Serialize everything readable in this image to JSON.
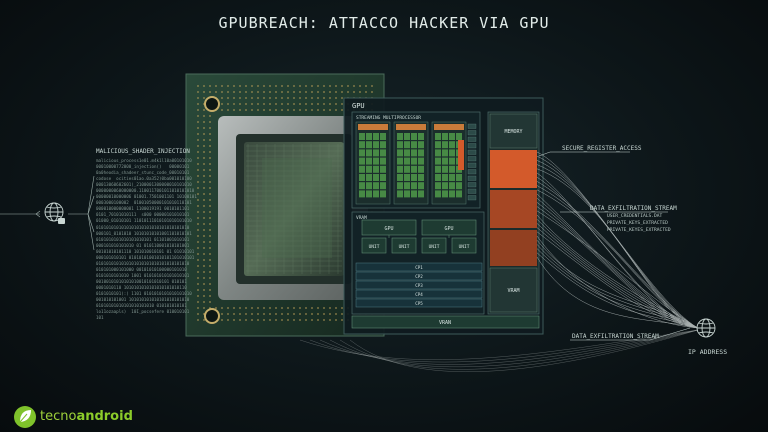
{
  "title": "GPUBREACH: ATTACCO HACKER VIA GPU",
  "labels": {
    "malicious": "MALICIOUS_SHADER_INJECTION",
    "gpu": "GPU",
    "sm": "STREAMING MULTIPROCESSOR",
    "memory": "MEMORY",
    "vram_header": "VRAM",
    "vram_right": "VRAM",
    "vram_bottom": "VRAN",
    "unit_gpu": "GPU",
    "unit": "UNIT",
    "secure": "SECURE_REGISTER_ACCESS",
    "exfil_top": "DATA_EXFILTRATION_STREAM",
    "exfil_items": [
      "USER_CREDENTIALS.DAT",
      "PRIVATE_KEYS_EXTRACTED",
      "PRIVATE_KEYES_EXTRACTED"
    ],
    "exfil_bottom": "DATA_EXFILTRATION_STREAM",
    "ip": "IP ADDRESS",
    "rows": [
      "CP1",
      "CP2",
      "CP3",
      "CP4",
      "CP5"
    ]
  },
  "code_lines": [
    "malicious_process1e01.m4k1l10a00101010",
    "00010000772000_injection()   00000101",
    "0a0heodia_shadeer_stunc_code_00010101",
    "codose  ocities01ao.0a352)0ba001010100",
    "00013060602601)_2100001300000010101010",
    "0000000060000000.1100117001011010101010",
    "00000010000006 01001.7501001101 10100101",
    "0003000100002  01001050000101010110101",
    "000010000000001 1100019191 0010101101",
    "0101_70101010111  s000 00000101010101",
    "01000_01010101 11010111010101010101010",
    "0101010101010101010101010101010101010",
    "000101_0101010 10101010101001101010101",
    "0101010101010101010101 01101001010101",
    "000101010101010 01 010110001010101001",
    "00101010101110 101010010101 01 01010101",
    "000101010101 01010101001010101101010101",
    "0101010101010101010101010101010101010",
    "010101000101000 00101010100000101010",
    "0101010101010 1001 010101010101010101",
    "00100101010101010010101010101 010101",
    "0001010110 1010101010101010101010110",
    "0101010101(:) 1101 0101010101010101010",
    "001010101001 101010101010101010101010",
    "01010101010101010101010 010101010101",
    "lo11ozaapls)  10I_pocsefere 010010101",
    "101"
  ],
  "watermark": {
    "part1": "tecno",
    "part2": "android"
  },
  "colors": {
    "accent": "#d35a2b",
    "panel": "#0f1b1f",
    "panel_border": "#3d5a5a",
    "chip_green": "#1f3a2e"
  },
  "icons": [
    "globe-icon",
    "globe-icon",
    "leaf-logo-icon"
  ]
}
